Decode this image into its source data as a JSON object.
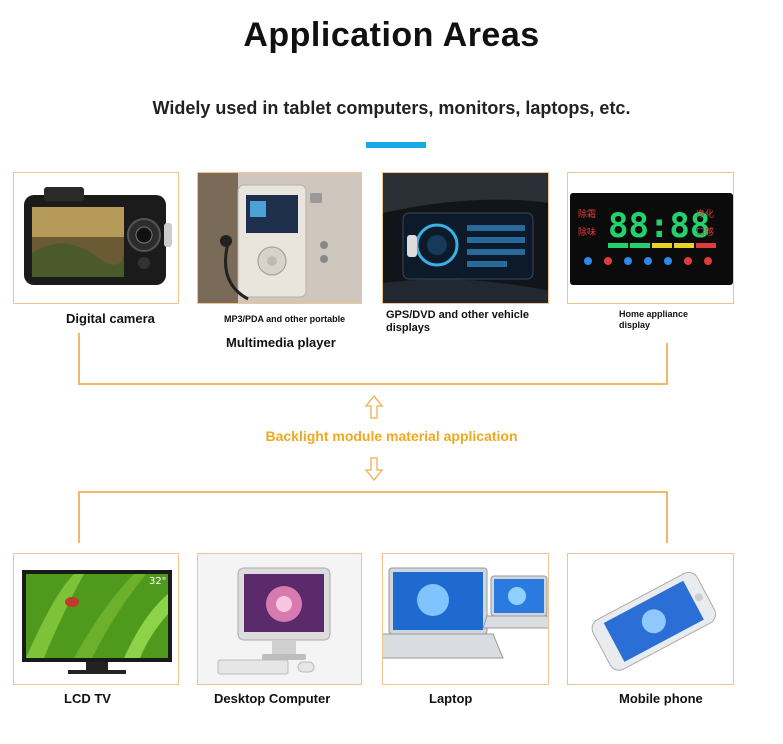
{
  "header": {
    "title": "Application Areas",
    "subtitle": "Widely used in tablet computers, monitors, laptops, etc."
  },
  "top_items": [
    {
      "label": "Digital camera"
    },
    {
      "label_small": "MP3/PDA and other portable",
      "label": "Multimedia player"
    },
    {
      "label": "GPS/DVD and other vehicle displays"
    },
    {
      "label": "Home appliance display"
    }
  ],
  "center": {
    "label": "Backlight module material application"
  },
  "bottom_items": [
    {
      "label": "LCD TV",
      "badge": "32\""
    },
    {
      "label": "Desktop Computer"
    },
    {
      "label": "Laptop"
    },
    {
      "label": "Mobile phone"
    }
  ],
  "appliance_display": {
    "time": "88:88",
    "btn1": "除霜",
    "btn2": "除味",
    "btn3": "净化",
    "btn4": "口感"
  },
  "colors": {
    "accent": "#1aa7e6",
    "border": "#f2c48d",
    "connector": "#f0b86b",
    "center_text": "#f0a820"
  }
}
